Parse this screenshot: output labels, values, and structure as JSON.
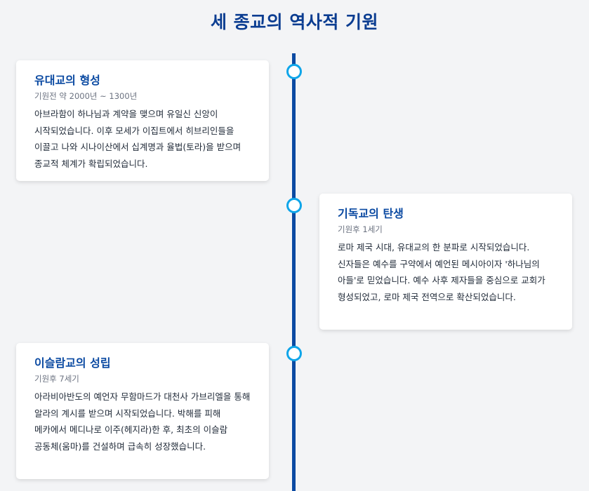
{
  "title": "세 종교의 역사적 기원",
  "colors": {
    "title": "#0b3d91",
    "line": "#0b4aa2",
    "node_border": "#0ea5e9",
    "card_title": "#0b4aa2",
    "period": "#6b7280",
    "background": "#f3f4f6"
  },
  "events": [
    {
      "title": "유대교의 형성",
      "period": "기원전 약 2000년 ~ 1300년",
      "description": "아브라함이 하나님과 계약을 맺으며 유일신 신앙이 시작되었습니다. 이후 모세가 이집트에서 히브리인들을 이끌고 나와 시나이산에서 십계명과 율법(토라)을 받으며 종교적 체계가 확립되었습니다."
    },
    {
      "title": "기독교의 탄생",
      "period": "기원후 1세기",
      "description": "로마 제국 시대, 유대교의 한 분파로 시작되었습니다. 신자들은 예수를 구약에서 예언된 메시아이자 '하나님의 아들'로 믿었습니다. 예수 사후 제자들을 중심으로 교회가 형성되었고, 로마 제국 전역으로 확산되었습니다."
    },
    {
      "title": "이슬람교의 성립",
      "period": "기원후 7세기",
      "description": "아라비아반도의 예언자 무함마드가 대천사 가브리엘을 통해 알라의 계시를 받으며 시작되었습니다. 박해를 피해 메카에서 메디나로 이주(헤지라)한 후, 최초의 이슬람 공동체(움마)를 건설하며 급속히 성장했습니다."
    }
  ]
}
